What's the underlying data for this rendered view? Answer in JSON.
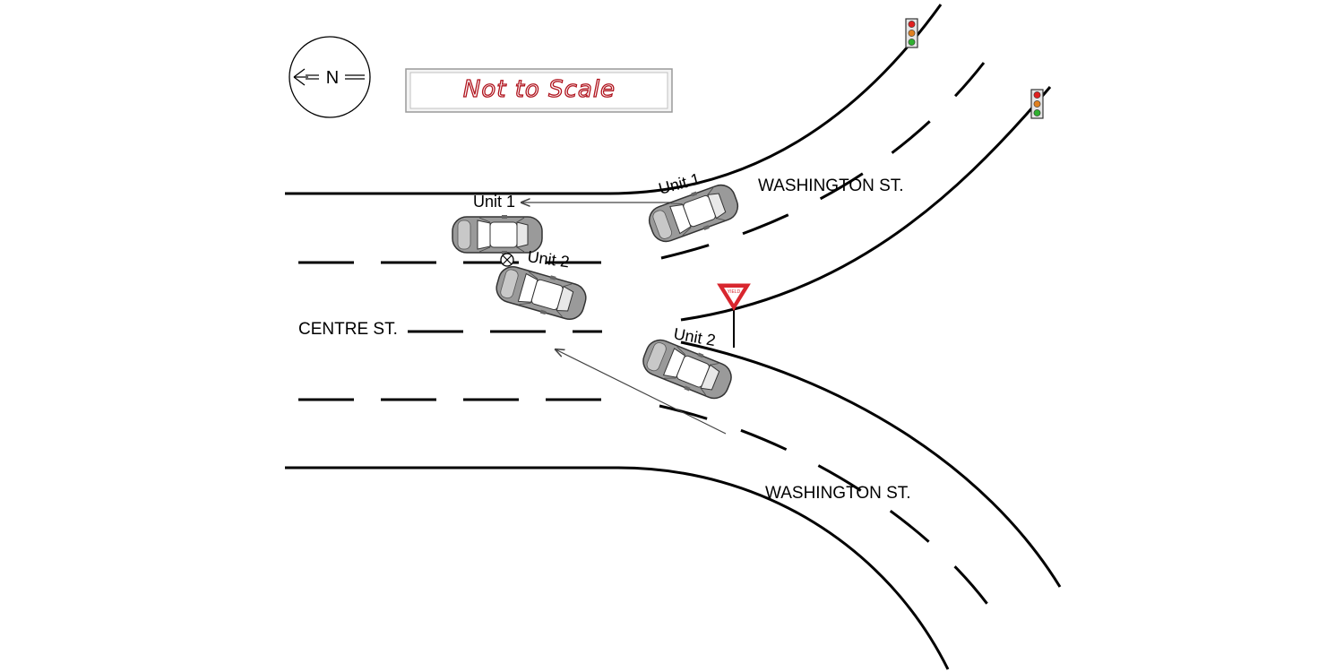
{
  "compass": {
    "label": "N"
  },
  "scale_note": {
    "text": "Not to Scale"
  },
  "streets": {
    "centre": "CENTRE ST.",
    "washington_north": "WASHINGTON ST.",
    "washington_south": "WASHINGTON ST."
  },
  "units": {
    "unit1_start": "Unit 1",
    "unit1_end": "Unit 1",
    "unit2_start": "Unit 2",
    "unit2_end": "Unit 2"
  },
  "yield_sign": {
    "text": "YIELD",
    "color": "#d8262e"
  },
  "traffic_light": {
    "red": "#e02020",
    "amber": "#e08020",
    "green": "#30b030"
  },
  "vehicle_color": "#9a9a9a"
}
